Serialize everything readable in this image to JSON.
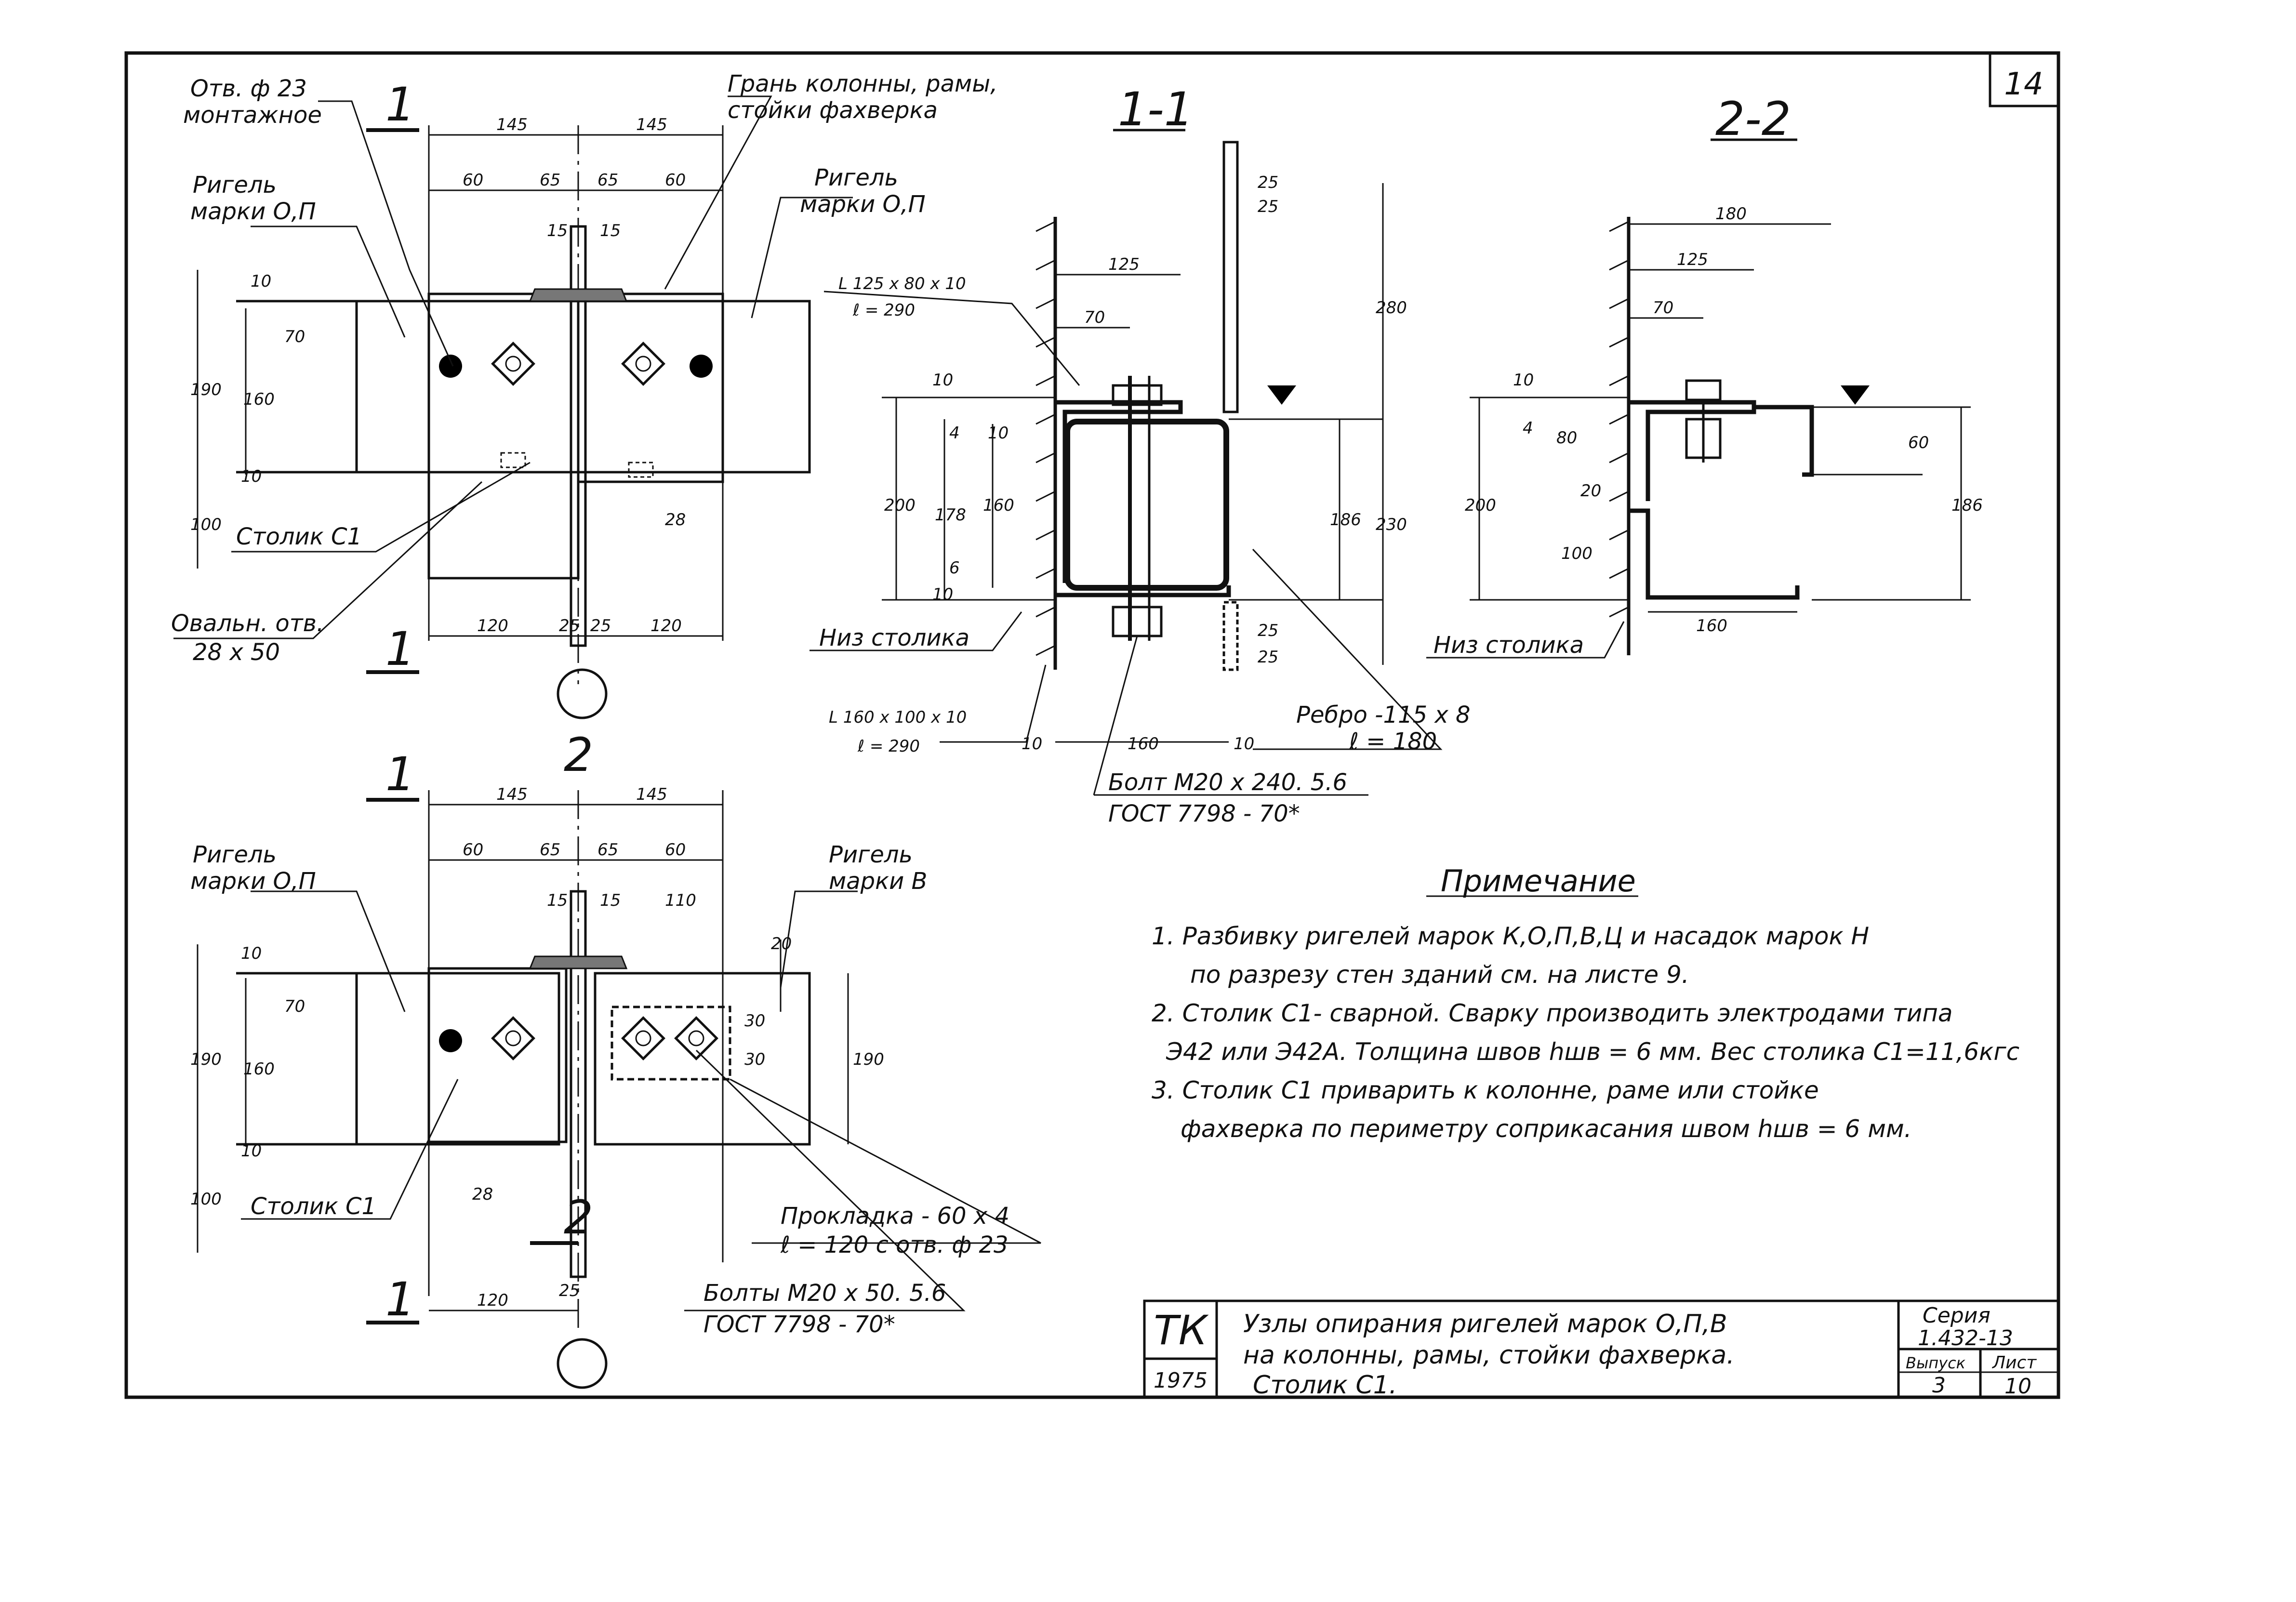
{
  "sheet": {
    "page_number": "14",
    "series": "Серия",
    "series_number": "1.432-13",
    "issue_label": "Выпуск",
    "issue_number": "3",
    "sheet_label": "Лист",
    "sheet_number": "10",
    "org": "ТК",
    "year": "1975",
    "title_line1": "Узлы опирания ригелей марок О,П,В",
    "title_line2": "на колонны, рамы, стойки фахверка.",
    "title_line3": "Столик С1."
  },
  "top_plan": {
    "hole_label": "Отв. ф 23",
    "hole_sub": "монтажное",
    "girder_left": "Ригель",
    "girder_left_mark": "марки О,П",
    "girder_right": "Ригель",
    "girder_right_mark": "марки О,П",
    "face_label": "Грань колонны, рамы,",
    "face_label2": "стойки фахверка",
    "table_label": "Столик С1",
    "oval_label": "Овальн. отв.",
    "oval_size": "28 х 50",
    "cut_mark": "1",
    "cut_mark2": "2",
    "dims": [
      "145",
      "145",
      "60",
      "65",
      "65",
      "60",
      "15",
      "15",
      "10",
      "70",
      "190",
      "160",
      "10",
      "100",
      "28",
      "120",
      "25",
      "25",
      "120"
    ]
  },
  "section_11": {
    "title": "1-1",
    "angle_top": "L 125 х 80 х 10",
    "angle_top_len": "ℓ = 290",
    "angle_bottom": "L 160 х 100 х 10",
    "angle_bottom_len": "ℓ = 290",
    "bottom_label": "Низ столика",
    "rib": "Ребро -115 х 8",
    "rib_len": "ℓ = 180",
    "bolt": "Болт М20 х 240. 5.6",
    "bolt_gost": "ГОСТ 7798 - 70*",
    "dims": [
      "125",
      "70",
      "25",
      "25",
      "280",
      "10",
      "200",
      "178",
      "10",
      "160",
      "4",
      "6",
      "10",
      "186",
      "230",
      "25",
      "25",
      "10",
      "160",
      "10"
    ]
  },
  "section_22": {
    "title": "2-2",
    "bottom_label": "Низ столика",
    "dims": [
      "180",
      "125",
      "70",
      "10",
      "4",
      "80",
      "20",
      "200",
      "100",
      "60",
      "186",
      "160"
    ]
  },
  "bottom_plan": {
    "girder_left": "Ригель",
    "girder_left_mark": "марки О,П",
    "girder_right": "Ригель",
    "girder_right_mark": "марки В",
    "table_label": "Столик С1",
    "pad_label": "Прокладка - 60 х 4",
    "pad_len": "ℓ = 120 с отв. ф 23",
    "bolts_label": "Болты М20 х 50. 5.6",
    "bolts_gost": "ГОСТ 7798 - 70*",
    "cut_mark": "1",
    "cut_mark2": "2",
    "dims": [
      "145",
      "145",
      "60",
      "65",
      "65",
      "60",
      "15",
      "15",
      "110",
      "20",
      "10",
      "70",
      "190",
      "160",
      "10",
      "100",
      "28",
      "120",
      "25",
      "30",
      "30",
      "190"
    ]
  },
  "notes": {
    "title": "Примечание",
    "items": [
      "1. Разбивку ригелей марок К,О,П,В,Ц и насадок марок Н",
      "по разрезу стен зданий см. на листе 9.",
      "2. Столик С1- сварной. Сварку производить электродами типа",
      "Э42 или Э42А. Толщина швов hшв = 6 мм. Вес столика С1=11,6кгс",
      "3. Столик С1 приварить к колонне, раме или стойке",
      "фахверка по периметру соприкасания швом hшв = 6 мм."
    ]
  }
}
